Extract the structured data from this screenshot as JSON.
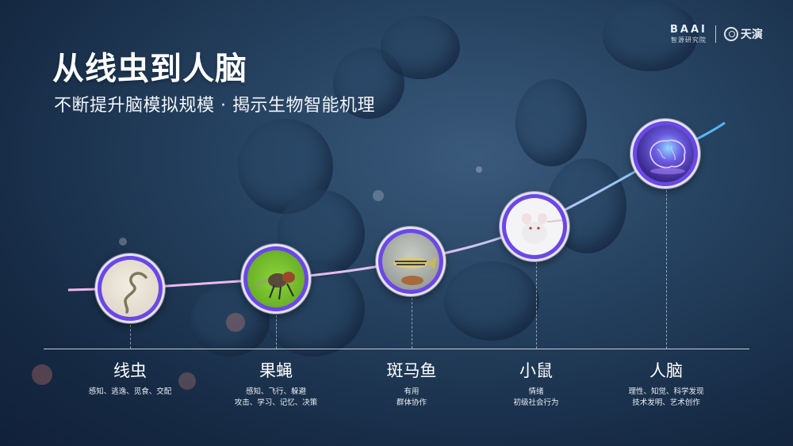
{
  "header": {
    "title": "从线虫到人脑",
    "subtitle": "不断提升脑模拟规模 · 揭示生物智能机理"
  },
  "logos": {
    "baai_mark": "BAAI",
    "baai_sub": "智源研究院",
    "tianyan": "天演"
  },
  "colors": {
    "curve_start": "#f0b8ea",
    "curve_end": "#59b8f0",
    "ring": "#6a48e6",
    "background": "#1e3656"
  },
  "stages": [
    {
      "name": "线虫",
      "desc_lines": [
        "感知、逃逸、觅食、交配"
      ],
      "icon": "worm-icon"
    },
    {
      "name": "果蝇",
      "desc_lines": [
        "感知、飞行、躲避",
        "攻击、学习、记忆、决策"
      ],
      "icon": "fly-icon"
    },
    {
      "name": "斑马鱼",
      "desc_lines": [
        "有用",
        "群体协作"
      ],
      "icon": "fish-icon"
    },
    {
      "name": "小鼠",
      "desc_lines": [
        "情绪",
        "初级社会行为"
      ],
      "icon": "mouse-icon"
    },
    {
      "name": "人脑",
      "desc_lines": [
        "理性、知觉、科学发现",
        "技术发明、艺术创作"
      ],
      "icon": "brain-icon"
    }
  ]
}
